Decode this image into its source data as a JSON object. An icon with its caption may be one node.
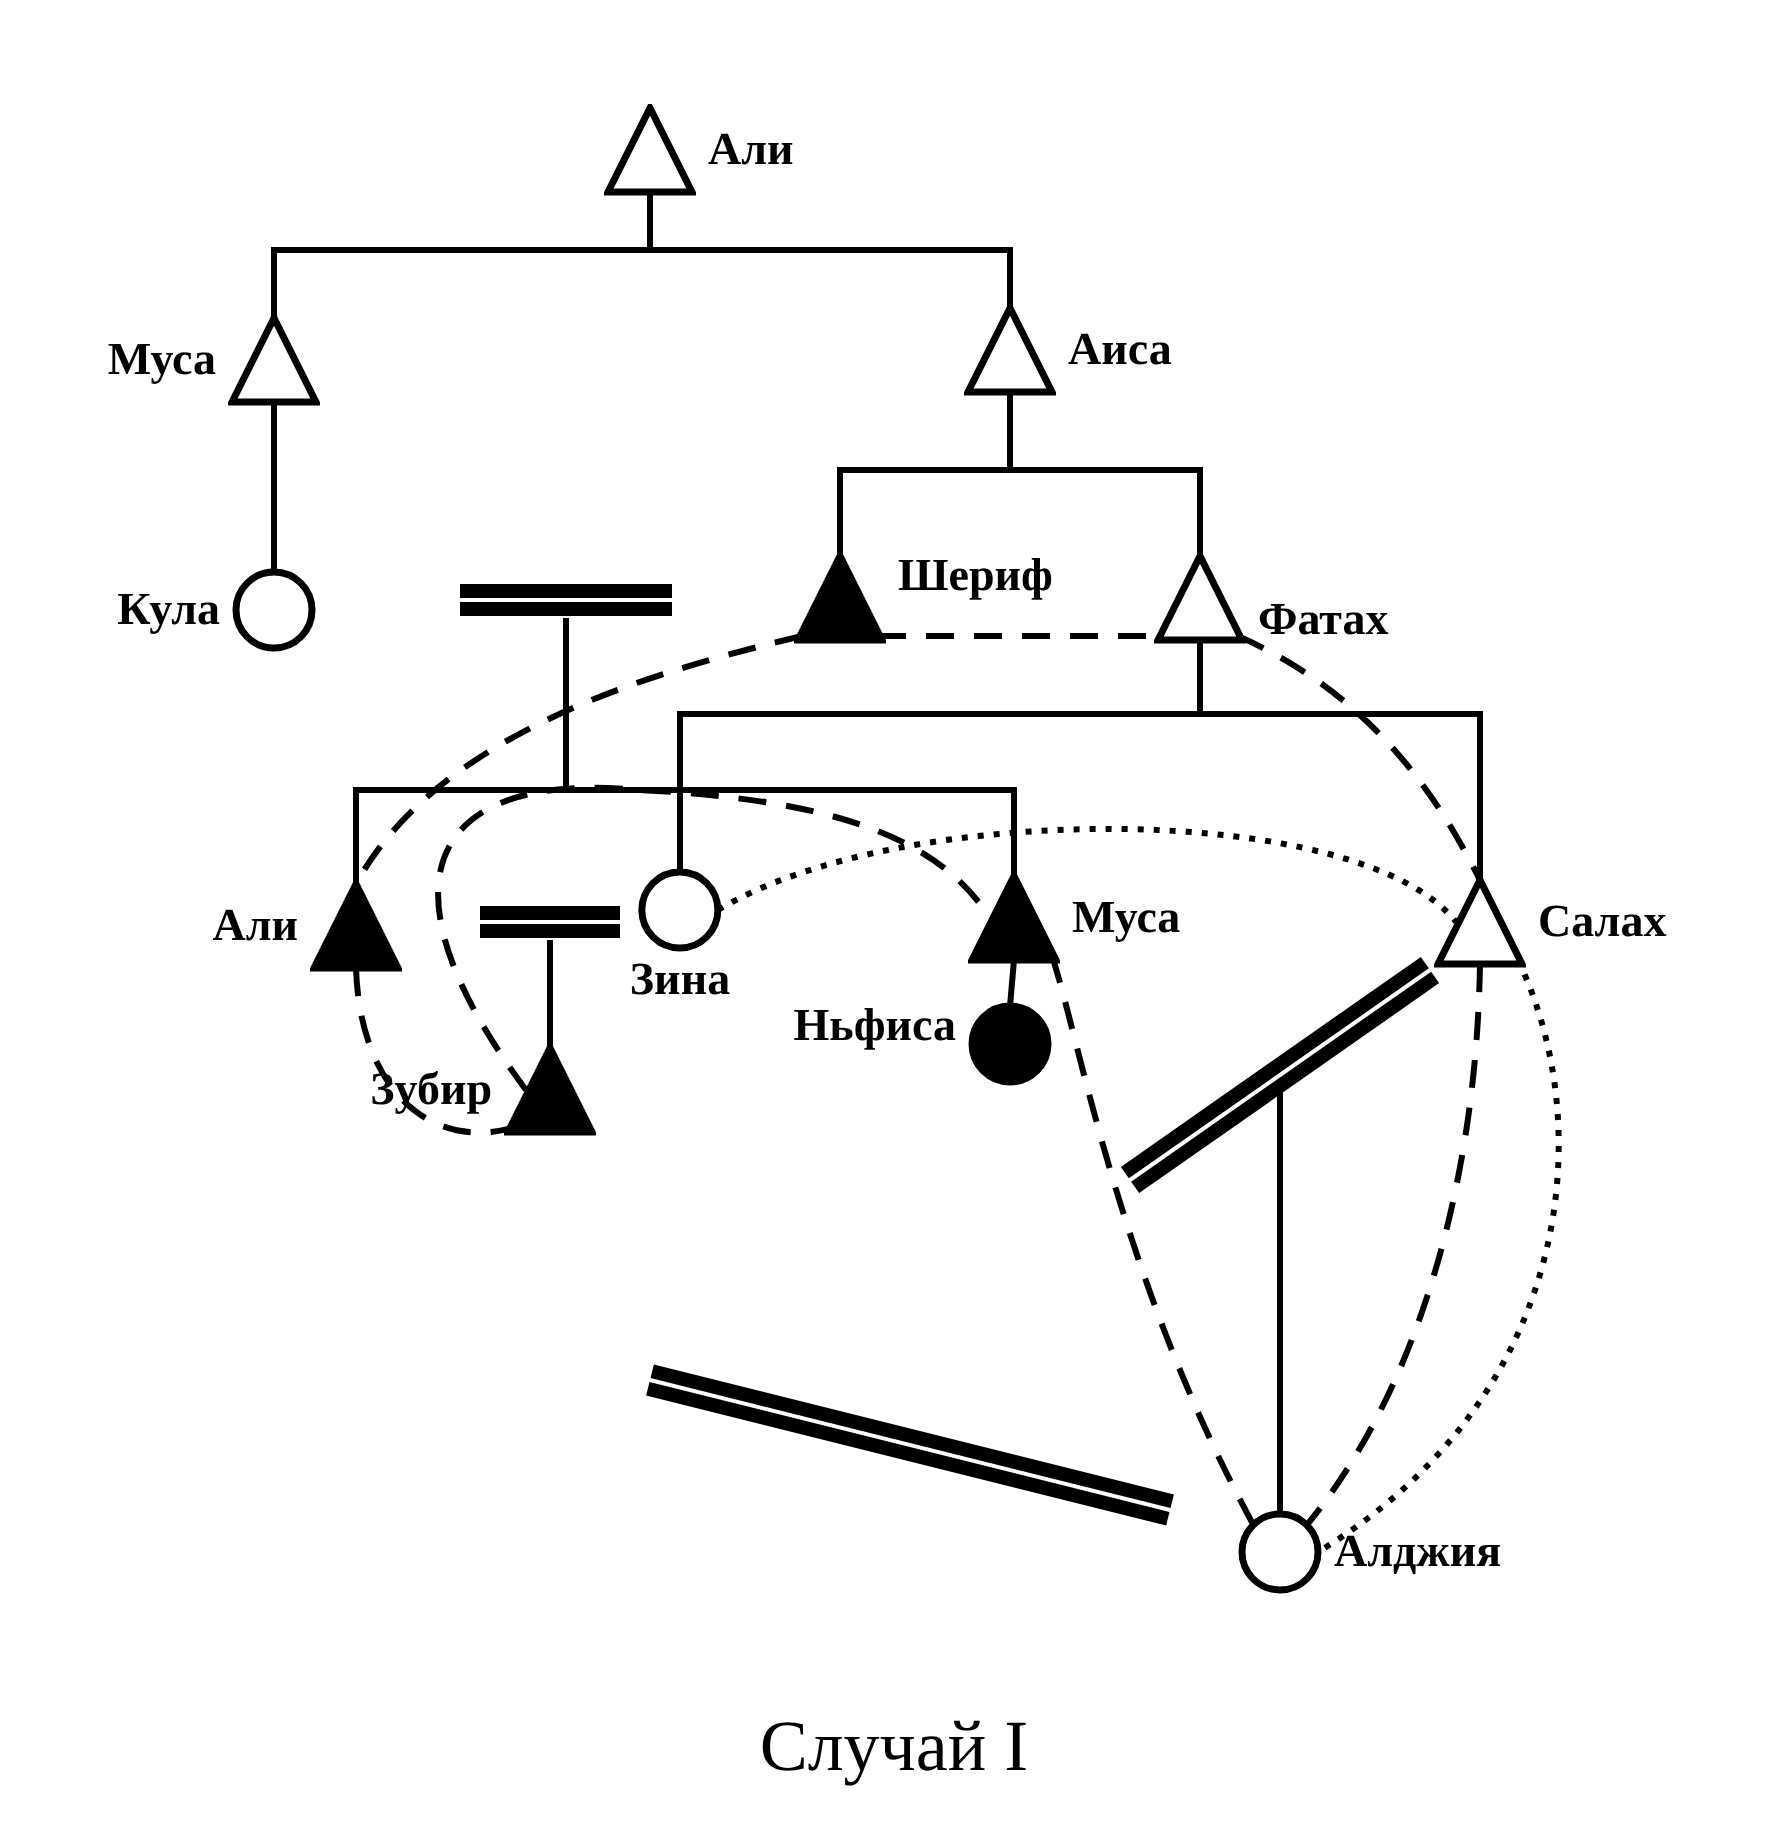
{
  "diagram": {
    "caption": "Случай I",
    "nodes": [
      {
        "text": [
          "Али"
        ]
      },
      {
        "text": [
          "Муса"
        ]
      },
      {
        "text": [
          "Аиса"
        ]
      },
      {
        "text": [
          "Кула"
        ]
      },
      {
        "text": [
          "Шериф"
        ]
      },
      {
        "text": [
          "Фатах"
        ]
      },
      {
        "text": [],
        "shape": "bar"
      },
      {
        "text": [
          "Али"
        ]
      },
      {
        "text": [],
        "shape": "bar"
      },
      {
        "text": [
          "Зина"
        ]
      },
      {
        "text": [
          "Муса"
        ]
      },
      {
        "text": [
          "Салах"
        ]
      },
      {
        "text": [
          "Ньфиса"
        ]
      },
      {
        "text": [],
        "shape": "bar"
      },
      {
        "text": [
          "Зубир"
        ]
      },
      {
        "text": [],
        "shape": "bar"
      },
      {
        "text": [
          "Алджия"
        ]
      }
    ],
    "edges": [
      {
        "from": 0,
        "to": 1,
        "arrow": "none"
      },
      {
        "from": 0,
        "to": 2,
        "arrow": "none"
      },
      {
        "from": 1,
        "to": 3,
        "arrow": "none"
      },
      {
        "from": 2,
        "to": 4,
        "arrow": "none"
      },
      {
        "from": 2,
        "to": 5,
        "arrow": "none"
      },
      {
        "from": 5,
        "to": 9,
        "arrow": "none"
      },
      {
        "from": 5,
        "to": 11,
        "arrow": "none"
      },
      {
        "from": 6,
        "to": 7,
        "arrow": "none"
      },
      {
        "from": 6,
        "to": 10,
        "arrow": "none"
      },
      {
        "from": 8,
        "to": 14,
        "arrow": "none"
      },
      {
        "from": 10,
        "to": 12,
        "arrow": "none"
      },
      {
        "from": 13,
        "to": 16,
        "arrow": "none"
      },
      {
        "from": 4,
        "to": 7,
        "arrow": "none",
        "style": "dashed"
      },
      {
        "from": 4,
        "to": 5,
        "arrow": "none",
        "style": "dashed"
      },
      {
        "from": 5,
        "to": 11,
        "arrow": "none",
        "style": "dashed"
      },
      {
        "from": 7,
        "to": 14,
        "arrow": "none",
        "style": "dashed"
      },
      {
        "from": 14,
        "to": 10,
        "arrow": "none",
        "style": "dashed"
      },
      {
        "from": 10,
        "to": 16,
        "arrow": "none",
        "style": "dashed"
      },
      {
        "from": 11,
        "to": 16,
        "arrow": "none",
        "style": "dashed"
      },
      {
        "from": 9,
        "to": 11,
        "arrow": "none",
        "style": "dashed"
      },
      {
        "from": 11,
        "to": 16,
        "arrow": "none",
        "style": "dashed"
      }
    ]
  }
}
